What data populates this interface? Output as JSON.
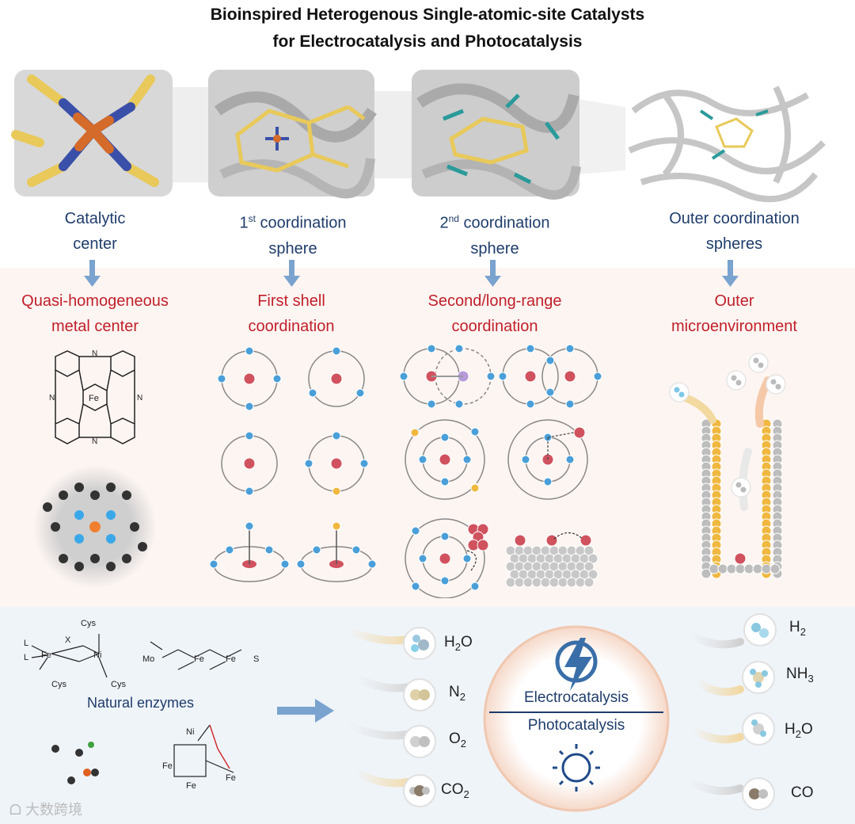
{
  "title_line1": "Bioinspired Heterogenous Single-atomic-site Catalysts",
  "title_line2": "for Electrocatalysis and Photocatalysis",
  "columns": [
    {
      "label_line1": "Catalytic",
      "label_line2": "center",
      "red_line1": "Quasi-homogeneous",
      "red_line2": "metal center"
    },
    {
      "label_sup": "st",
      "label_pre": "1",
      "label_rest": " coordination",
      "label_line2": "sphere",
      "red_line1": "First shell",
      "red_line2": "coordination"
    },
    {
      "label_sup": "nd",
      "label_pre": "2",
      "label_rest": " coordination",
      "label_line2": "sphere",
      "red_line1": "Second/long-range",
      "red_line2": "coordination"
    },
    {
      "label_line1": "Outer coordination",
      "label_line2": "spheres",
      "red_line1": "Outer",
      "red_line2": "microenvironment"
    }
  ],
  "chem": {
    "fe": "Fe",
    "n": "N",
    "ni": "Ni",
    "mo": "Mo",
    "cys": "Cys",
    "s": "S",
    "l": "L",
    "x": "X"
  },
  "natural_enzymes": "Natural enzymes",
  "reactants": [
    "H2O",
    "N2",
    "O2",
    "CO2"
  ],
  "products": [
    "H2",
    "NH3",
    "H2O",
    "CO"
  ],
  "electrocatalysis": "Electrocatalysis",
  "photocatalysis": "Photocatalysis",
  "watermark": "大数跨境",
  "colors": {
    "title": "#111111",
    "blue_label": "#1f3c6b",
    "red_label": "#c0202a",
    "atom_blue": "#4a9fd8",
    "atom_red": "#d0525e",
    "atom_gold": "#f0b840",
    "bolt": "#3a6ea8"
  }
}
